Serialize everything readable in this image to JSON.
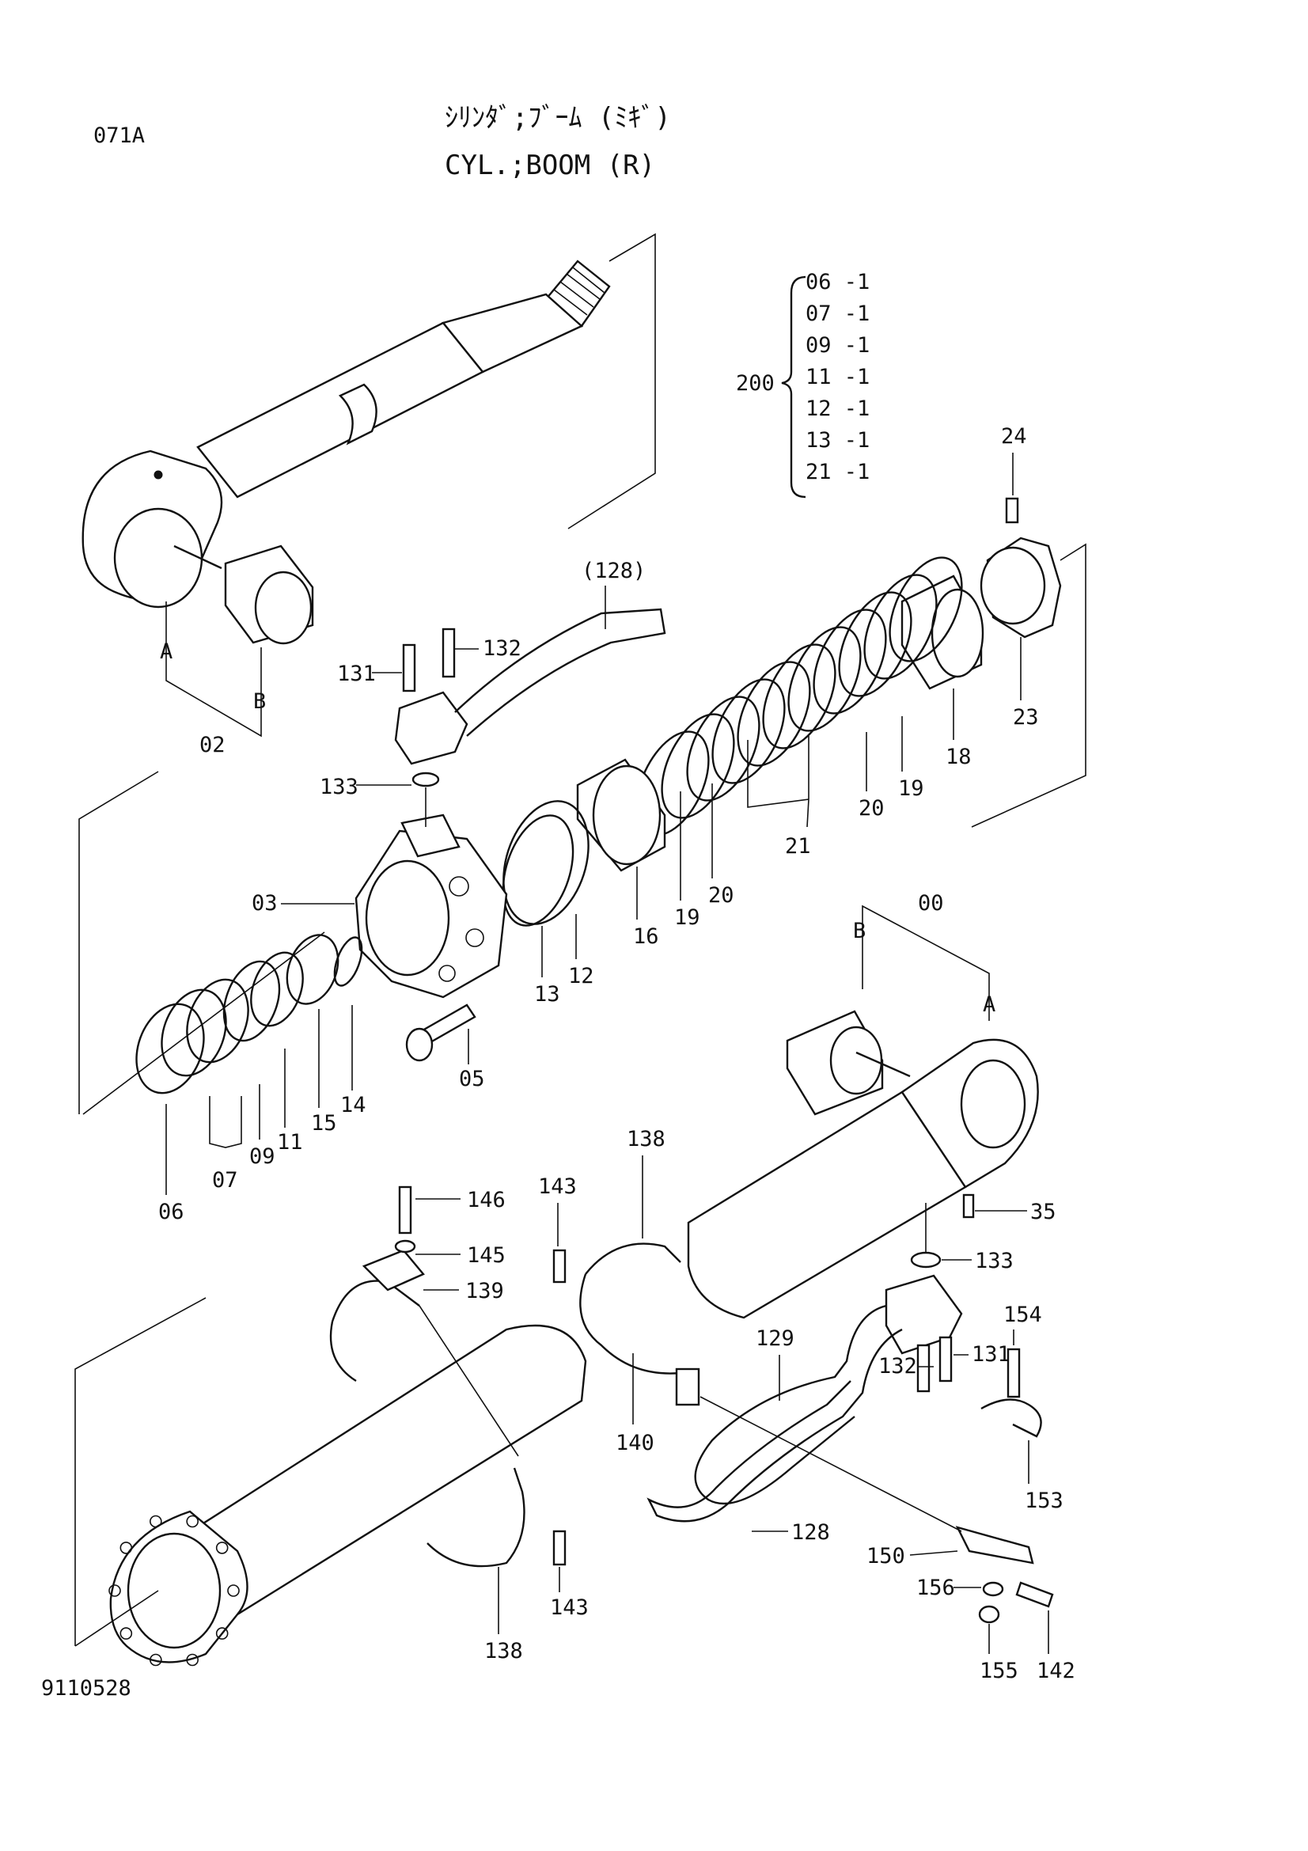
{
  "header": {
    "page_code": "071A",
    "title_katakana": "ｼﾘﾝﾀﾞ;ﾌﾞｰﾑ (ﾐｷﾞ)",
    "title": "CYL.;BOOM (R)"
  },
  "footer": {
    "drawing_number": "9110528"
  },
  "kit": {
    "label": "200",
    "items": [
      "06",
      "07",
      "09",
      "11",
      "12",
      "13",
      "21"
    ],
    "suffix": "-1"
  },
  "callouts": {
    "p00": "00",
    "p02": "02",
    "p03": "03",
    "p05": "05",
    "p06": "06",
    "p07": "07",
    "p09": "09",
    "p11": "11",
    "p12": "12",
    "p13": "13",
    "p14": "14",
    "p15": "15",
    "p16": "16",
    "p18": "18",
    "p19a": "19",
    "p19b": "19",
    "p20a": "20",
    "p20b": "20",
    "p21": "21",
    "p23": "23",
    "p24": "24",
    "p35": "35",
    "p128a": "(128)",
    "p128b": "128",
    "p129": "129",
    "p131a": "131",
    "p131b": "131",
    "p132a": "132",
    "p132b": "132",
    "p133a": "133",
    "p133b": "133",
    "p138a": "138",
    "p138b": "138",
    "p139": "139",
    "p140": "140",
    "p142": "142",
    "p143a": "143",
    "p143b": "143",
    "p145": "145",
    "p146": "146",
    "p150": "150",
    "p153": "153",
    "p154": "154",
    "p155": "155",
    "p156": "156",
    "refA1": "A",
    "refB1": "B",
    "refA2": "A",
    "refB2": "B"
  }
}
